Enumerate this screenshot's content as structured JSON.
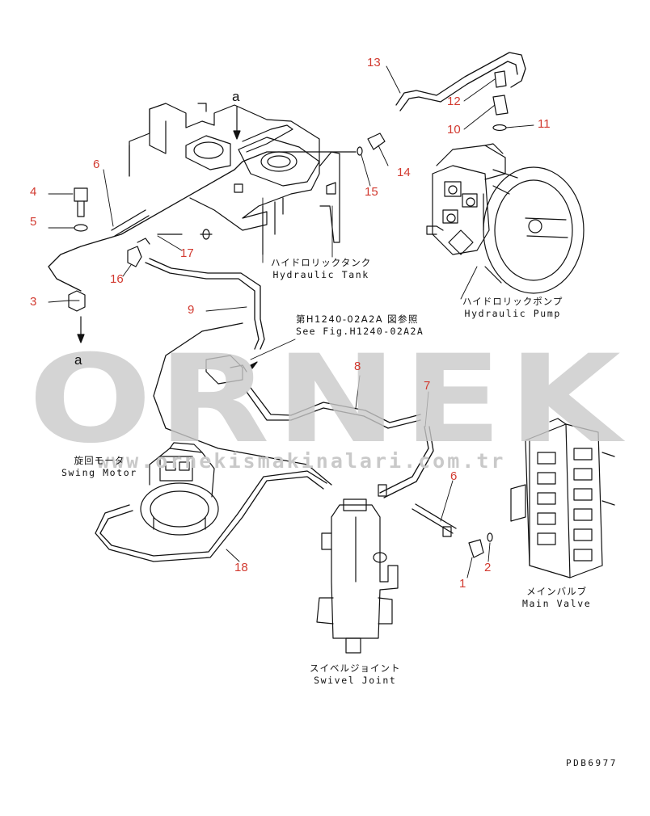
{
  "watermark": {
    "main": "ÖRNEK",
    "sub": "www.ornekismakinalari.com.tr",
    "color": "#c9c9c9"
  },
  "callouts": [
    "1",
    "2",
    "3",
    "4",
    "5",
    "6",
    "6",
    "7",
    "8",
    "9",
    "10",
    "11",
    "12",
    "13",
    "14",
    "15",
    "16",
    "17",
    "18"
  ],
  "callout_color": "#d23a30",
  "markers": {
    "top": "a",
    "bottom": "a"
  },
  "components": {
    "hydraulic_tank": {
      "jp": "ハイドロリックタンク",
      "en": "Hydraulic Tank"
    },
    "hydraulic_pump": {
      "jp": "ハイドロリックポンプ",
      "en": "Hydraulic Pump"
    },
    "swing_motor": {
      "jp": "旋回モータ",
      "en": "Swing Motor"
    },
    "main_valve": {
      "jp": "メインバルブ",
      "en": "Main Valve"
    },
    "swivel_joint": {
      "jp": "スイベルジョイント",
      "en": "Swivel Joint"
    }
  },
  "reference": {
    "jp": "第H1240-02A2A 図参照",
    "en": "See Fig.H1240-02A2A"
  },
  "drawing_code": "PDB6977"
}
